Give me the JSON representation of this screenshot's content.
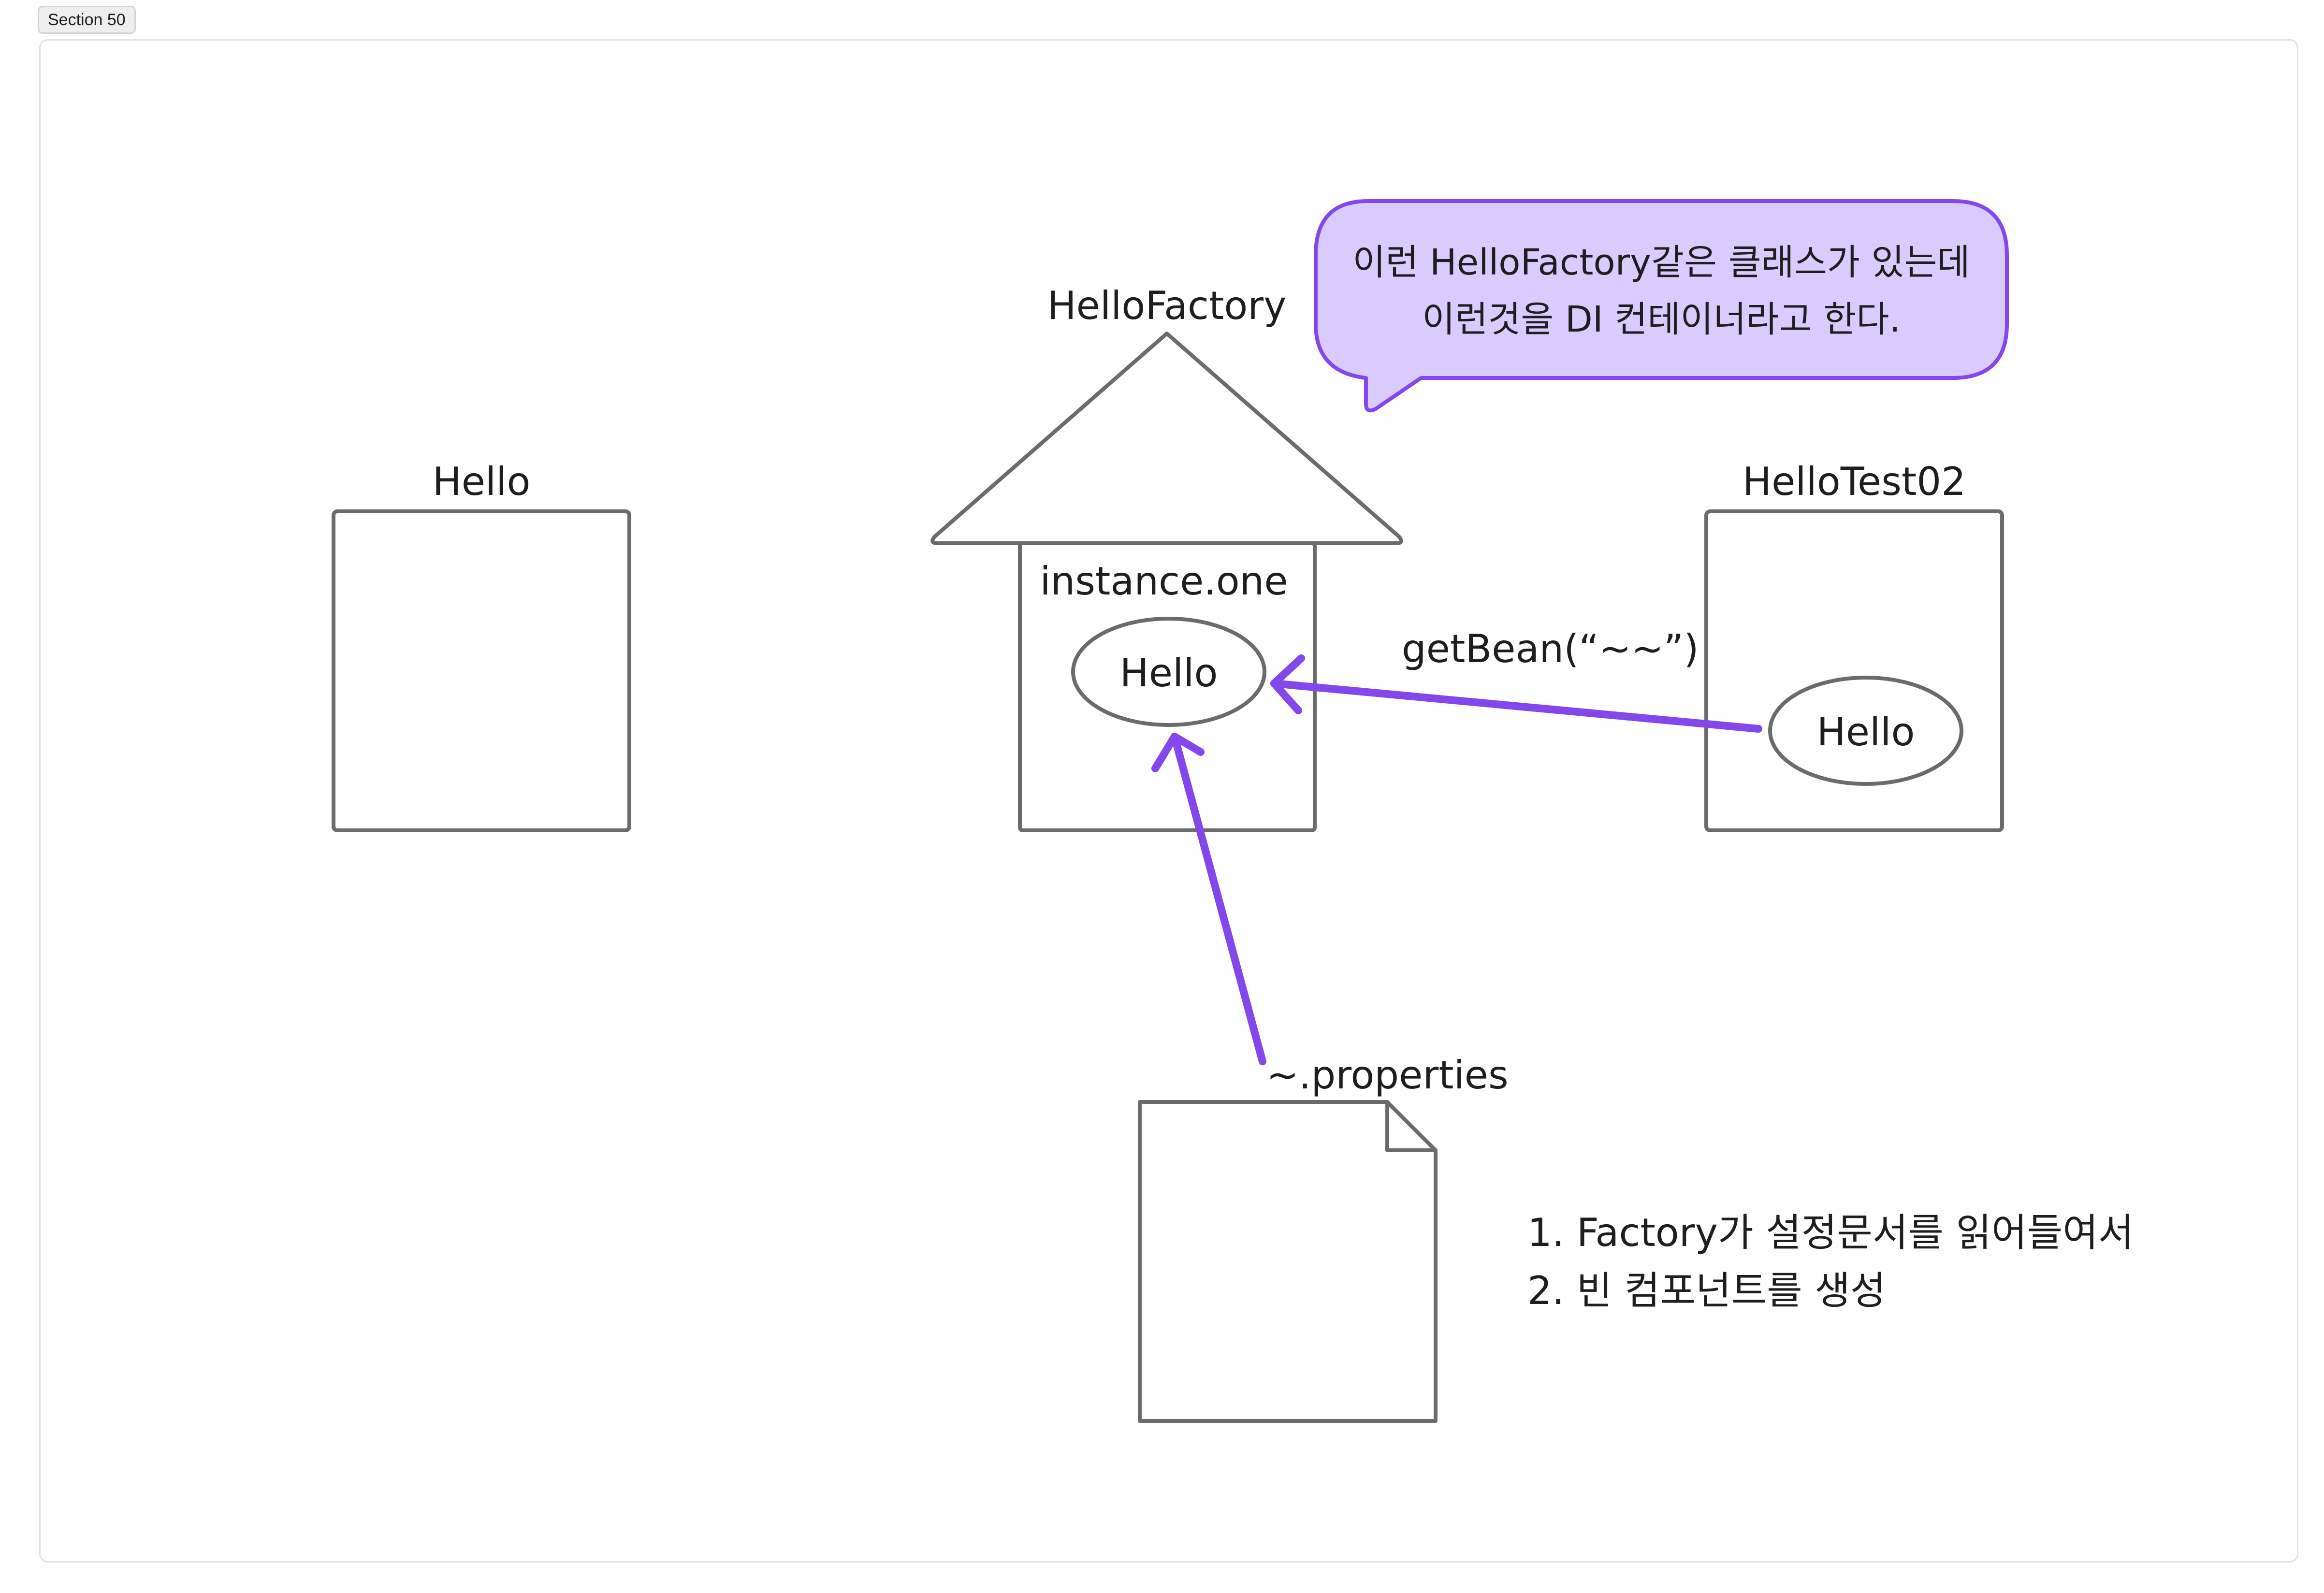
{
  "section": {
    "label": "Section 50"
  },
  "nodes": {
    "hello_class": {
      "label": "Hello"
    },
    "hello_factory": {
      "label": "HelloFactory",
      "instance_label": "instance.one",
      "instance_hello": "Hello"
    },
    "hello_test": {
      "label": "HelloTest02",
      "instance_hello": "Hello"
    },
    "properties_file": {
      "label": "~.properties"
    }
  },
  "edges": {
    "get_bean": {
      "label": "getBean(“~~”)"
    }
  },
  "callout": {
    "line1": "이런 HelloFactory같은 클래스가 있는데",
    "line2": "이런것을 DI 컨테이너라고 한다."
  },
  "notes": {
    "line1": "1. Factory가 설정문서를 읽어들여서",
    "line2": "2. 빈 컴포넌트를 생성"
  },
  "colors": {
    "stroke": "#6b6b6b",
    "text": "#1e1e1e",
    "arrow": "#8447ee",
    "callout_fill": "#dacbff",
    "callout_stroke": "#8447ee"
  }
}
